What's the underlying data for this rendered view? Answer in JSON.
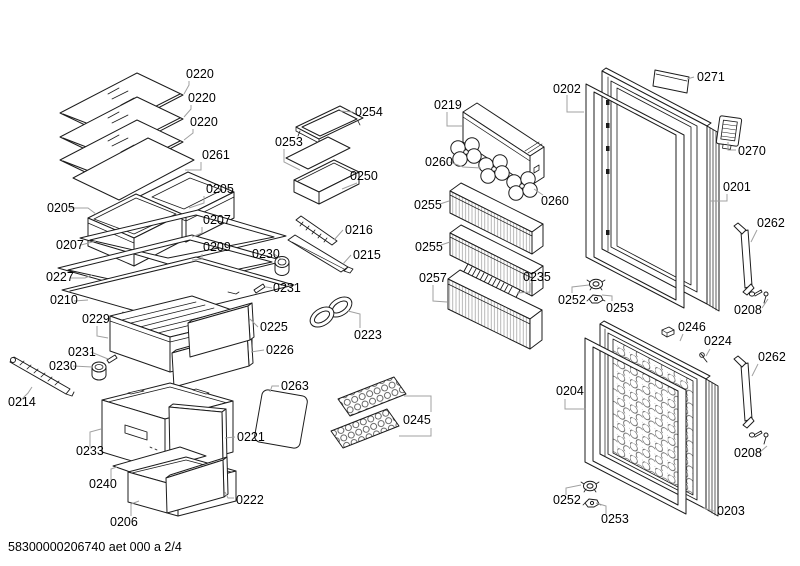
{
  "document": {
    "footer_text": "58300000206740 aet 000 a 2/4",
    "document_number": "58300000206740",
    "version": "aet 000 a",
    "page": "2/4"
  },
  "diagram": {
    "type": "exploded-parts-diagram",
    "subject": "refrigerator interior parts and doors"
  },
  "parts": {
    "p0201": "0201",
    "p0202": "0202",
    "p0203": "0203",
    "p0204": "0204",
    "p0205": "0205",
    "p0206": "0206",
    "p0207": "0207",
    "p0208": "0208",
    "p0209": "0209",
    "p0210": "0210",
    "p0214": "0214",
    "p0215": "0215",
    "p0216": "0216",
    "p0219": "0219",
    "p0220": "0220",
    "p0221": "0221",
    "p0222": "0222",
    "p0223": "0223",
    "p0224": "0224",
    "p0225": "0225",
    "p0226": "0226",
    "p0227": "0227",
    "p0229": "0229",
    "p0230": "0230",
    "p0231": "0231",
    "p0233": "0233",
    "p0235": "0235",
    "p0240": "0240",
    "p0245": "0245",
    "p0246": "0246",
    "p0250": "0250",
    "p0252": "0252",
    "p0253": "0253",
    "p0254": "0254",
    "p0255": "0255",
    "p0257": "0257",
    "p0260": "0260",
    "p0261": "0261",
    "p0262": "0262",
    "p0263": "0263",
    "p0270": "0270",
    "p0271": "0271"
  },
  "colors": {
    "line": "#1c1c1c",
    "leader": "#a0a0a0",
    "text": "#000000",
    "background": "#ffffff"
  }
}
